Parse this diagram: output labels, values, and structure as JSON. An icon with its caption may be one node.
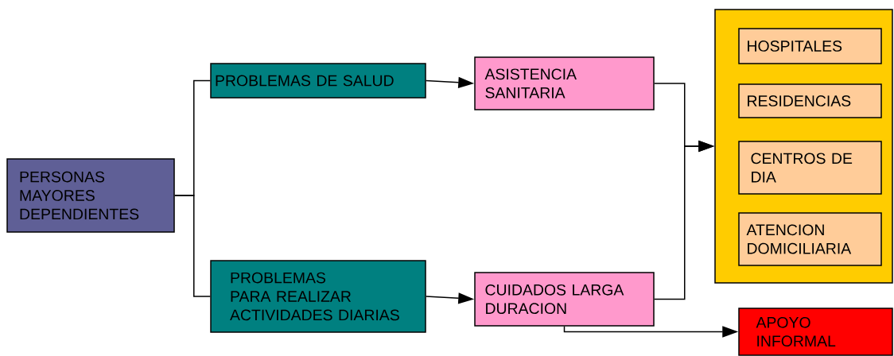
{
  "diagram": {
    "nodes": [
      {
        "text": [
          "PERSONAS MAYORES DEPENDIENTES"
        ]
      },
      {
        "text": [
          "PROBLEMAS DE SALUD"
        ]
      },
      {
        "text": [
          "PROBLEMAS PARA REALIZAR ACTIVIDADES DIARIAS"
        ]
      },
      {
        "text": [
          "ASISTENCIA SANITARIA"
        ]
      },
      {
        "text": [
          "CUIDADOS LARGA DURACION"
        ]
      },
      {
        "text": [],
        "shape": "box"
      },
      {
        "text": [
          "HOSPITALES"
        ],
        "in": 5
      },
      {
        "text": [
          "RESIDENCIAS"
        ],
        "in": 5
      },
      {
        "text": [
          "CENTROS DE DIA"
        ],
        "in": 5
      },
      {
        "text": [
          "ATENCION DOMICILIARIA"
        ],
        "in": 5
      },
      {
        "text": [
          "APOYO INFORMAL"
        ]
      }
    ],
    "edges": [
      {
        "from": 0,
        "to": 1,
        "arrow": "none"
      },
      {
        "from": 0,
        "to": 2,
        "arrow": "none"
      },
      {
        "from": 1,
        "to": 3,
        "arrow": "to"
      },
      {
        "from": 2,
        "to": 4,
        "arrow": "to"
      },
      {
        "from": 3,
        "to": 5,
        "arrow": "to"
      },
      {
        "from": 4,
        "to": 5,
        "arrow": "to"
      },
      {
        "from": 4,
        "to": 10,
        "arrow": "to"
      }
    ]
  }
}
